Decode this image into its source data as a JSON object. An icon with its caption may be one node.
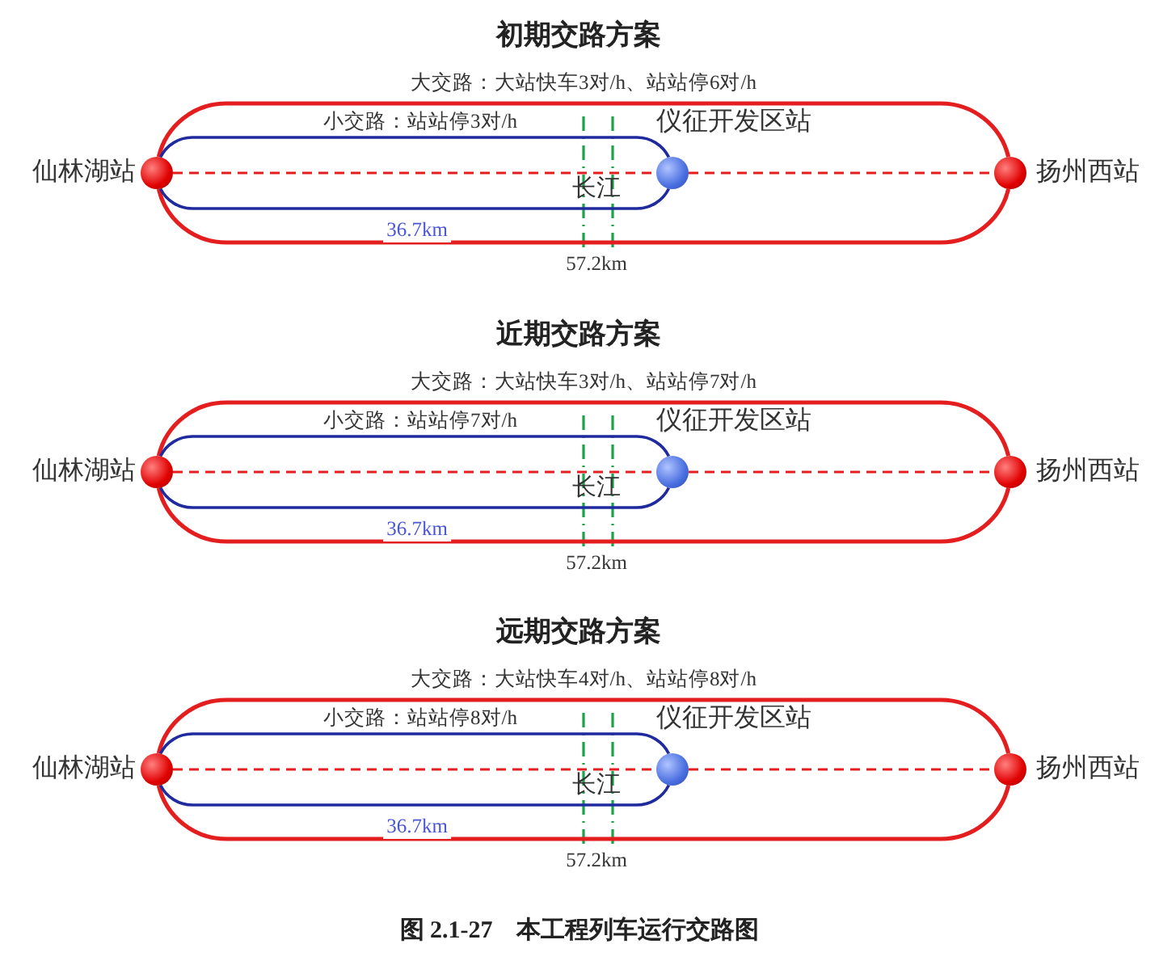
{
  "diagram": {
    "caption": "图 2.1-27　本工程列车运行交路图",
    "nodes": [
      {
        "text": [],
        "shape": "circle",
        "beside": [
          "仙林湖站"
        ]
      },
      {
        "text": [],
        "shape": "circle",
        "beside": [
          "仪征开发区站"
        ]
      },
      {
        "text": [],
        "shape": "circle",
        "beside": [
          "扬州西站"
        ]
      },
      {
        "text": [],
        "shape": "circle",
        "beside": [
          "仙林湖站"
        ]
      },
      {
        "text": [],
        "shape": "circle",
        "beside": [
          "仪征开发区站"
        ]
      },
      {
        "text": [],
        "shape": "circle",
        "beside": [
          "扬州西站"
        ]
      },
      {
        "text": [],
        "shape": "circle",
        "beside": [
          "仙林湖站"
        ]
      },
      {
        "text": [],
        "shape": "circle",
        "beside": [
          "仪征开发区站"
        ]
      },
      {
        "text": [],
        "shape": "circle",
        "beside": [
          "扬州西站"
        ]
      }
    ],
    "edges": [
      {
        "from": 0,
        "to": 2,
        "arrow": "none",
        "label": "大交路：大站快车3对/h、站站停6对/h"
      },
      {
        "from": 0,
        "to": 2,
        "arrow": "none",
        "label": "57.2km"
      },
      {
        "from": 0,
        "to": 1,
        "arrow": "none",
        "color": "#1f2a9e",
        "label": "小交路：站站停3对/h"
      },
      {
        "from": 0,
        "to": 1,
        "arrow": "none",
        "color": "#1f2a9e",
        "label": "36.7km"
      },
      {
        "from": 0,
        "to": 1,
        "arrow": "none",
        "style": "dashed"
      },
      {
        "from": 1,
        "to": 2,
        "arrow": "none",
        "style": "dashed"
      },
      {
        "from": 3,
        "to": 5,
        "arrow": "none",
        "label": "大交路：大站快车3对/h、站站停7对/h"
      },
      {
        "from": 3,
        "to": 5,
        "arrow": "none",
        "label": "57.2km"
      },
      {
        "from": 3,
        "to": 4,
        "arrow": "none",
        "color": "#1f2a9e",
        "label": "小交路：站站停7对/h"
      },
      {
        "from": 3,
        "to": 4,
        "arrow": "none",
        "color": "#1f2a9e",
        "label": "36.7km"
      },
      {
        "from": 3,
        "to": 4,
        "arrow": "none",
        "style": "dashed"
      },
      {
        "from": 4,
        "to": 5,
        "arrow": "none",
        "style": "dashed"
      },
      {
        "from": 6,
        "to": 8,
        "arrow": "none",
        "label": "大交路：大站快车4对/h、站站停8对/h"
      },
      {
        "from": 6,
        "to": 8,
        "arrow": "none",
        "label": "57.2km"
      },
      {
        "from": 6,
        "to": 7,
        "arrow": "none",
        "color": "#1f2a9e",
        "label": "小交路：站站停8对/h"
      },
      {
        "from": 6,
        "to": 7,
        "arrow": "none",
        "color": "#1f2a9e",
        "label": "36.7km"
      },
      {
        "from": 6,
        "to": 7,
        "arrow": "none",
        "style": "dashed"
      },
      {
        "from": 7,
        "to": 8,
        "arrow": "none",
        "style": "dashed"
      }
    ],
    "labels": [
      "初期交路方案",
      "长江",
      "近期交路方案",
      "长江",
      "远期交路方案",
      "长江"
    ]
  }
}
